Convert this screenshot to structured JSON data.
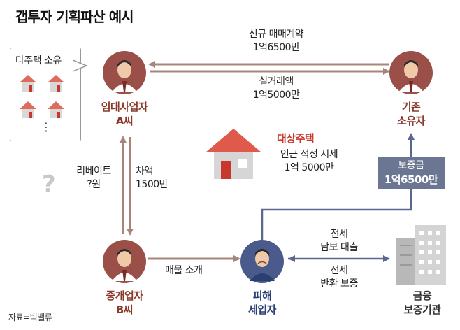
{
  "title": "갭투자 기획파산 예시",
  "nodes": {
    "landlord": {
      "line1": "임대사업자",
      "line2": "A씨"
    },
    "owner": {
      "line1": "기존",
      "line2": "소유자"
    },
    "broker": {
      "line1": "중개업자",
      "line2": "B씨"
    },
    "victim": {
      "line1": "피해",
      "line2": "세입자"
    },
    "finance": {
      "line1": "금융",
      "line2": "보증기관"
    }
  },
  "bubble": {
    "label": "다주택 소유",
    "ellipsis": "⋮"
  },
  "house": {
    "label": "대상주택",
    "desc1": "인근 적정 시세",
    "desc2": "1억 5000만"
  },
  "edges": {
    "new_sale": {
      "line1": "신규 매매계약",
      "line2": "1억6500만"
    },
    "actual": {
      "line1": "실거래액",
      "line2": "1억5000만"
    },
    "rebate": {
      "line1": "리베이트",
      "line2": "?원",
      "mark": "?"
    },
    "diff": {
      "line1": "차액",
      "line2": "1500만"
    },
    "listing": {
      "label": "매물 소개"
    },
    "loan": {
      "line1": "전세",
      "line2": "담보 대출"
    },
    "guarantee": {
      "line1": "전세",
      "line2": "반환 보증"
    }
  },
  "deposit": {
    "line1": "보증금",
    "line2": "1억6500만"
  },
  "source": "자료=빅밸류",
  "colors": {
    "brown": "#8a3a2a",
    "blue": "#2b3f73",
    "red": "#c9362b",
    "arrow_brown": "#a8857a",
    "arrow_blue": "#5a6890",
    "deposit_bg": "#6b7693"
  }
}
